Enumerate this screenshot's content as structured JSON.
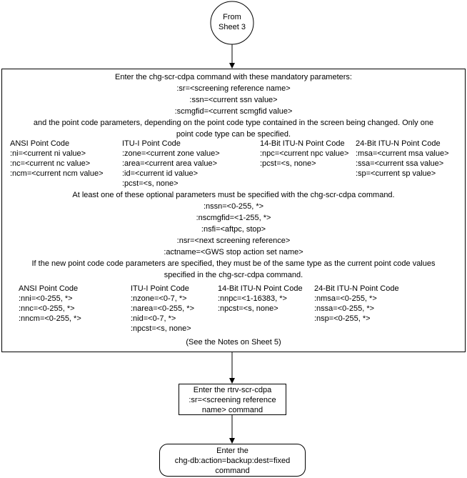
{
  "start_connector": {
    "line1": "From",
    "line2": "Sheet 3"
  },
  "main_box": {
    "intro": "Enter the chg-scr-cdpa command with these mandatory parameters:",
    "mandatory": [
      ":sr=<screening reference name>",
      ":ssn=<current ssn value>",
      ":scmgfid=<current scmgfid value>"
    ],
    "pc_note_1": "and the point code parameters, depending on the point code type contained in the screen being changed. Only one",
    "pc_note_2": "point code type can be specified.",
    "current_pc_columns": [
      {
        "title": "ANSI Point Code",
        "params": [
          ":ni=<current ni value>",
          ":nc=<current nc value>",
          ":ncm=<current ncm value>"
        ]
      },
      {
        "title": "ITU-I Point Code",
        "params": [
          ":zone=<current zone value>",
          ":area=<current area value>",
          ":id=<current id value>",
          ":pcst=<s, none>"
        ]
      },
      {
        "title": "14-Bit ITU-N Point Code",
        "params": [
          ":npc=<current npc value>",
          ":pcst=<s, none>"
        ]
      },
      {
        "title": "24-Bit ITU-N Point Code",
        "params": [
          ":msa=<current msa value>",
          ":ssa=<current ssa value>",
          ":sp=<current sp value>"
        ]
      }
    ],
    "optional_intro": "At least one of these optional parameters must be specified with the chg-scr-cdpa command.",
    "optional": [
      ":nssn=<0-255, *>",
      ":nscmgfid=<1-255, *>",
      ":nsfi=<aftpc, stop>",
      ":nsr=<next screening reference>",
      ":actname=<GWS stop action set name>"
    ],
    "new_pc_note_1": "If the new point code code parameters are specified, they must be of the same type as the current point code values",
    "new_pc_note_2": "specified in the chg-scr-cdpa command.",
    "new_pc_columns": [
      {
        "title": "ANSI Point Code",
        "params": [
          ":nni=<0-255, *>",
          ":nnc=<0-255, *>",
          ":nncm=<0-255, *>"
        ]
      },
      {
        "title": "ITU-I Point Code",
        "params": [
          ":nzone=<0-7, *>",
          ":narea=<0-255, *>",
          ":nid=<0-7, *>",
          ":npcst=<s, none>"
        ]
      },
      {
        "title": "14-Bit ITU-N Point Code",
        "params": [
          ":nnpc=<1-16383, *>",
          ":npcst=<s, none>"
        ]
      },
      {
        "title": "24-Bit ITU-N Point Code",
        "params": [
          ":nmsa=<0-255, *>",
          ":nssa=<0-255, *>",
          ":nsp=<0-255, *>"
        ]
      }
    ],
    "notes": "(See the Notes on Sheet 5)"
  },
  "rtrv_box": {
    "lines": [
      "Enter the rtrv-scr-cdpa",
      ":sr=<screening reference",
      "name>  command"
    ]
  },
  "end_box": {
    "lines": [
      "Enter the",
      "chg-db:action=backup:dest=fixed",
      "command"
    ]
  }
}
